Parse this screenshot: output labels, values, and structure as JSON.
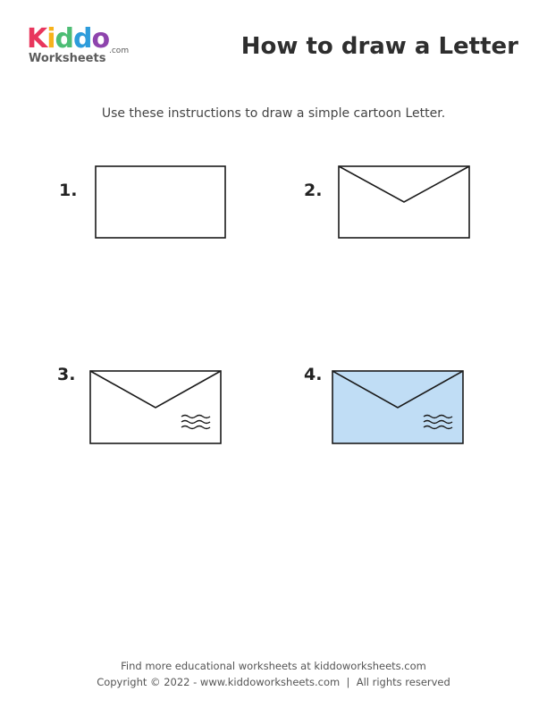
{
  "brand": {
    "logo_letters": [
      "K",
      "i",
      "d",
      "d",
      "o"
    ],
    "logo_letter_colors": [
      "#e8365d",
      "#f7b21b",
      "#4dbd74",
      "#2d9cdb",
      "#8e44ad"
    ],
    "logo_sub": "Worksheets",
    "logo_com": ".com"
  },
  "title": "How to draw a Letter",
  "subtitle": "Use these instructions to draw a simple cartoon Letter.",
  "steps": [
    {
      "number": "1.",
      "fill": "#ffffff",
      "has_flap": false,
      "has_waves": false
    },
    {
      "number": "2.",
      "fill": "#ffffff",
      "has_flap": true,
      "has_waves": false
    },
    {
      "number": "3.",
      "fill": "#ffffff",
      "has_flap": true,
      "has_waves": true
    },
    {
      "number": "4.",
      "fill": "#c0ddf5",
      "has_flap": true,
      "has_waves": true
    }
  ],
  "colors": {
    "stroke": "#1a1a1a",
    "envelope_fill_colored": "#c0ddf5"
  },
  "footer": {
    "line1": "Find more educational worksheets at kiddoworksheets.com",
    "line2": "Copyright © 2022 - www.kiddoworksheets.com  |  All rights reserved"
  }
}
